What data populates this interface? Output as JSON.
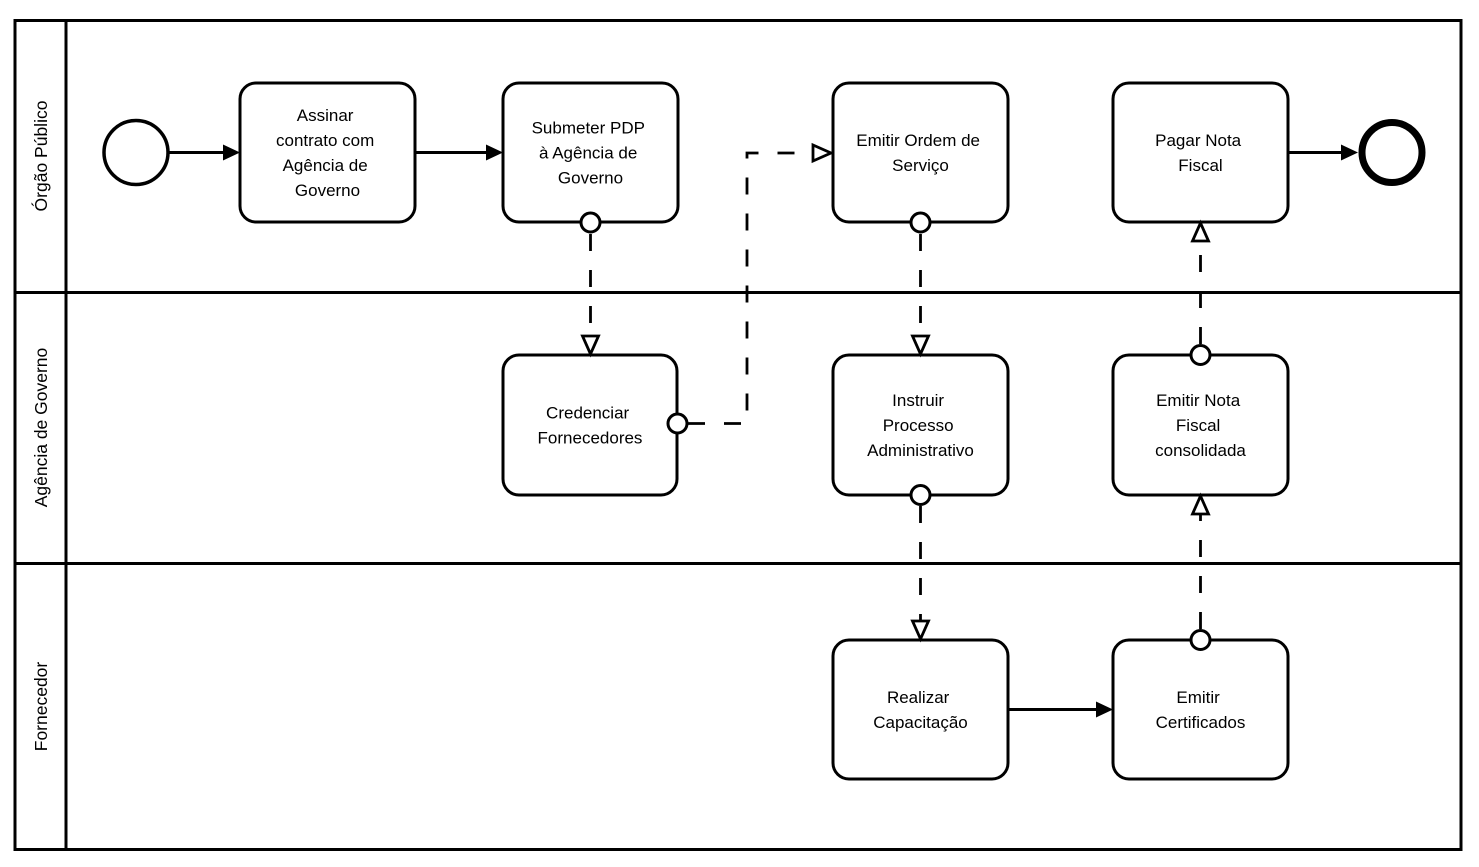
{
  "pool": {
    "lanes": [
      {
        "label": "Órgão Público"
      },
      {
        "label": "Agência de Governo"
      },
      {
        "label": "Fornecedor"
      }
    ]
  },
  "tasks": {
    "assinar_contrato": {
      "lines": [
        "Assinar",
        "contrato com",
        "Agência de",
        "Governo"
      ]
    },
    "submeter_pdp": {
      "lines": [
        "Submeter PDP",
        "à Agência de",
        "Governo"
      ]
    },
    "emitir_ordem": {
      "lines": [
        "Emitir Ordem de",
        "Serviço"
      ]
    },
    "pagar_nota": {
      "lines": [
        "Pagar Nota",
        "Fiscal"
      ]
    },
    "credenciar": {
      "lines": [
        "Credenciar",
        "Fornecedores"
      ]
    },
    "instruir": {
      "lines": [
        "Instruir",
        "Processo",
        "Administrativo"
      ]
    },
    "emitir_nota": {
      "lines": [
        "Emitir Nota",
        "Fiscal",
        "consolidada"
      ]
    },
    "realizar": {
      "lines": [
        "Realizar",
        "Capacitação"
      ]
    },
    "emitir_cert": {
      "lines": [
        "Emitir",
        "Certificados"
      ]
    }
  },
  "events": {
    "start": "start-event",
    "end": "end-event"
  },
  "colors": {
    "stroke": "#000000",
    "background": "#ffffff",
    "text": "#000000"
  }
}
